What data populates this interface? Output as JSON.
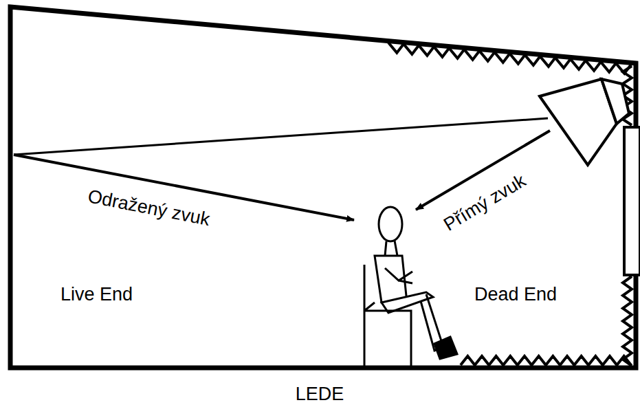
{
  "diagram": {
    "caption": "LEDE",
    "labels": [
      "Odražený zvuk",
      "Přímý zvuk",
      "Live End",
      "Dead End"
    ]
  }
}
